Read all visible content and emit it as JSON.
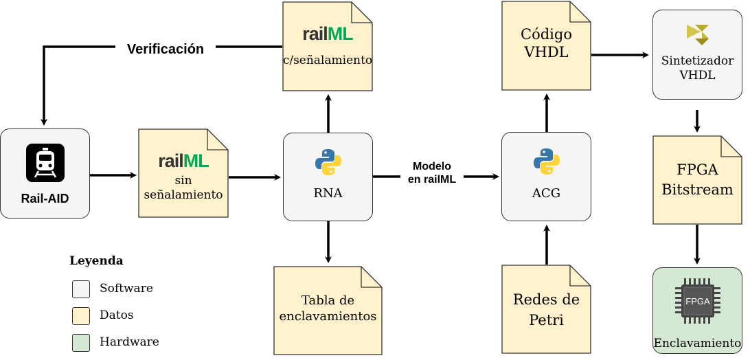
{
  "nodes": {
    "rail_aid": {
      "label": "Rail-AID"
    },
    "railml_sin": {
      "logo_a": "rail",
      "logo_b": "ML",
      "label_line1": "sin",
      "label_line2": "señalamiento"
    },
    "railml_con": {
      "logo_a": "rail",
      "logo_b": "ML",
      "label": "c/señalamiento"
    },
    "rna": {
      "label": "RNA"
    },
    "tabla": {
      "label_line1": "Tabla de",
      "label_line2": "enclavamientos"
    },
    "acg": {
      "label": "ACG"
    },
    "codigo": {
      "label_line1": "Código",
      "label_line2": "VHDL"
    },
    "redes": {
      "label_line1": "Redes de",
      "label_line2": "Petri"
    },
    "sintetizador": {
      "label_line1": "Sintetizador",
      "label_line2": "VHDL"
    },
    "fpga_bitstream": {
      "label_line1": "FPGA",
      "label_line2": "Bitstream"
    },
    "enclavamiento": {
      "chip_text": "FPGA",
      "label": "Enclavamiento"
    }
  },
  "edges": {
    "verificacion": "Verificación",
    "modelo_line1": "Modelo",
    "modelo_line2": "en railML"
  },
  "legend": {
    "title": "Leyenda",
    "items": [
      {
        "label": "Software",
        "color": "#f5f5f5"
      },
      {
        "label": "Datos",
        "color": "#fff2cc"
      },
      {
        "label": "Hardware",
        "color": "#d5e8d4"
      }
    ]
  },
  "colors": {
    "software": "#f5f5f5",
    "data": "#fff2cc",
    "hardware": "#d5e8d4",
    "railml_green": "#00a859",
    "python_blue": "#3776ab",
    "python_yellow": "#ffd43b"
  }
}
